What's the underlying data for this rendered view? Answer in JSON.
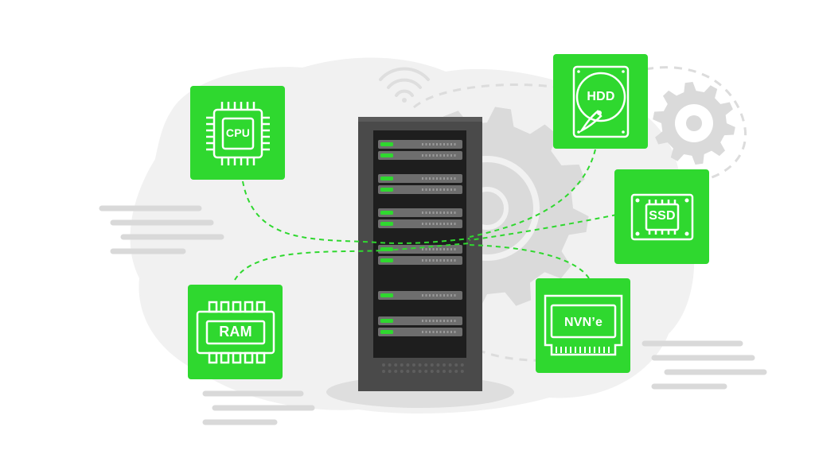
{
  "components": {
    "cpu": {
      "label": "CPU"
    },
    "ram": {
      "label": "RAM"
    },
    "hdd": {
      "label": "HDD"
    },
    "ssd": {
      "label": "SSD"
    },
    "nvme": {
      "label": "NVN’e"
    }
  },
  "colors": {
    "accent": "#2fd82f",
    "connector": "#2fd82f",
    "rack_body": "#4a4a4a",
    "rack_panel": "#1e1e1e",
    "unit_face": "#6e6e6e",
    "status_led": "#2fd82f",
    "background_blob": "#f1f1f1",
    "gear": "#dadada"
  },
  "icons": [
    "cpu-chip-icon",
    "ram-module-icon",
    "hdd-drive-icon",
    "ssd-drive-icon",
    "nvme-card-icon",
    "gear-icon",
    "wifi-icon"
  ]
}
